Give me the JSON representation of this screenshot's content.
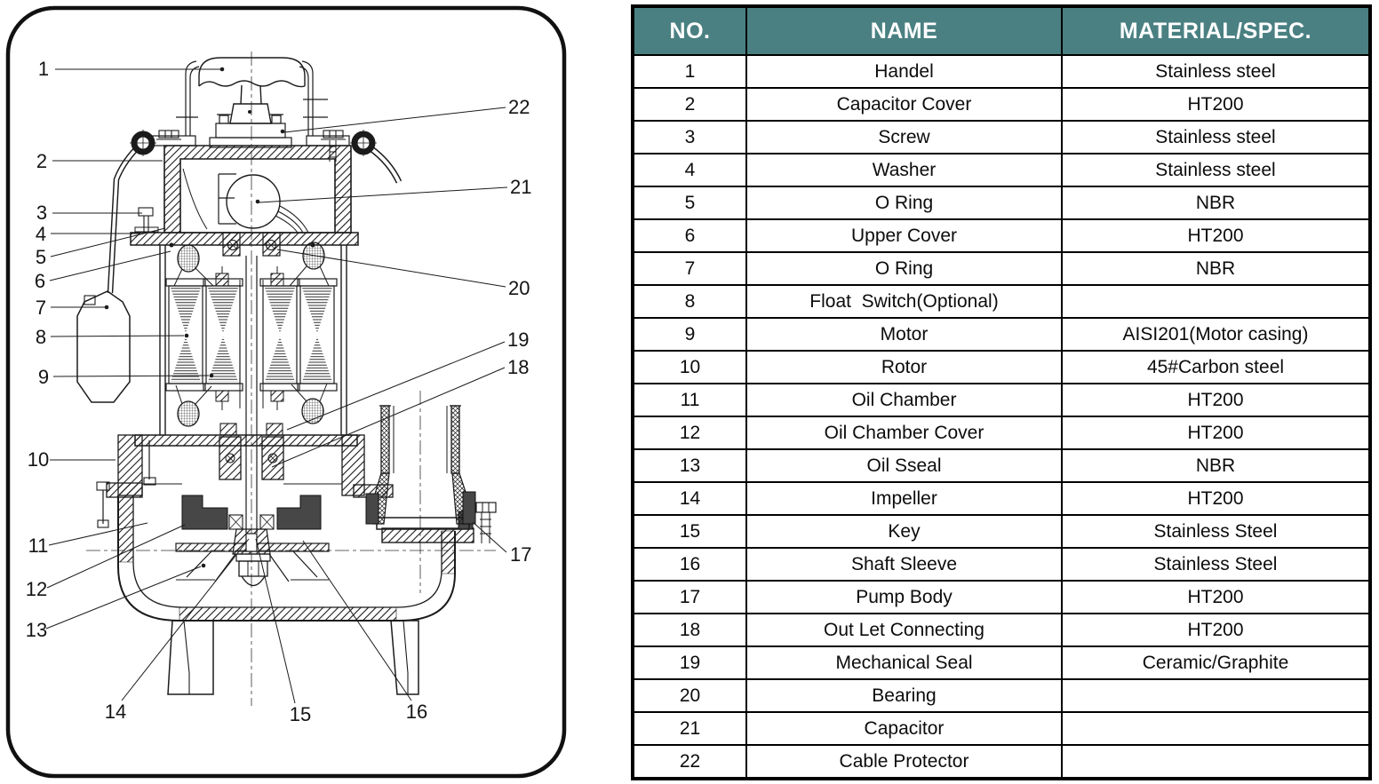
{
  "table": {
    "columns": [
      "NO.",
      "NAME",
      "MATERIAL/SPEC."
    ],
    "rows": [
      {
        "no": "1",
        "name": "Handel",
        "material": "Stainless steel"
      },
      {
        "no": "2",
        "name": "Capacitor Cover",
        "material": "HT200"
      },
      {
        "no": "3",
        "name": "Screw",
        "material": "Stainless steel"
      },
      {
        "no": "4",
        "name": "Washer",
        "material": "Stainless steel"
      },
      {
        "no": "5",
        "name": "O Ring",
        "material": "NBR"
      },
      {
        "no": "6",
        "name": "Upper Cover",
        "material": "HT200"
      },
      {
        "no": "7",
        "name": "O Ring",
        "material": "NBR"
      },
      {
        "no": "8",
        "name": "Float  Switch(Optional)",
        "material": ""
      },
      {
        "no": "9",
        "name": "Motor",
        "material": "AISI201(Motor casing)"
      },
      {
        "no": "10",
        "name": "Rotor",
        "material": "45#Carbon steel"
      },
      {
        "no": "11",
        "name": "Oil Chamber",
        "material": "HT200"
      },
      {
        "no": "12",
        "name": "Oil Chamber Cover",
        "material": "HT200"
      },
      {
        "no": "13",
        "name": "Oil Sseal",
        "material": "NBR"
      },
      {
        "no": "14",
        "name": "Impeller",
        "material": "HT200"
      },
      {
        "no": "15",
        "name": "Key",
        "material": "Stainless Steel"
      },
      {
        "no": "16",
        "name": "Shaft Sleeve",
        "material": "Stainless Steel"
      },
      {
        "no": "17",
        "name": "Pump Body",
        "material": "HT200"
      },
      {
        "no": "18",
        "name": "Out Let Connecting",
        "material": "HT200"
      },
      {
        "no": "19",
        "name": "Mechanical Seal",
        "material": "Ceramic/Graphite"
      },
      {
        "no": "20",
        "name": "Bearing",
        "material": ""
      },
      {
        "no": "21",
        "name": "Capacitor",
        "material": ""
      },
      {
        "no": "22",
        "name": "Cable Protector",
        "material": ""
      }
    ]
  },
  "diagram": {
    "callouts": [
      "1",
      "2",
      "3",
      "4",
      "5",
      "6",
      "7",
      "8",
      "9",
      "10",
      "11",
      "12",
      "13",
      "14",
      "15",
      "16",
      "17",
      "18",
      "19",
      "20",
      "21",
      "22"
    ]
  },
  "colors": {
    "header_bg": "#4a8082",
    "header_fg": "#ffffff",
    "line": "#1b1b1b"
  }
}
